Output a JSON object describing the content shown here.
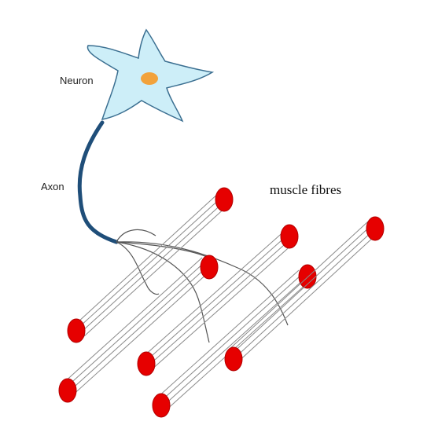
{
  "labels": {
    "neuron": "Neuron",
    "axon": "Axon",
    "muscle_fibres": "muscle fibres"
  },
  "colors": {
    "cell_body_fill": "#cdeef8",
    "cell_body_stroke": "#3b6f91",
    "nucleus": "#f2a23b",
    "axon": "#1f4e79",
    "fibre_end": "#e60000",
    "fibre_line": "#8a8a8a",
    "nerve_branch": "#555555"
  }
}
